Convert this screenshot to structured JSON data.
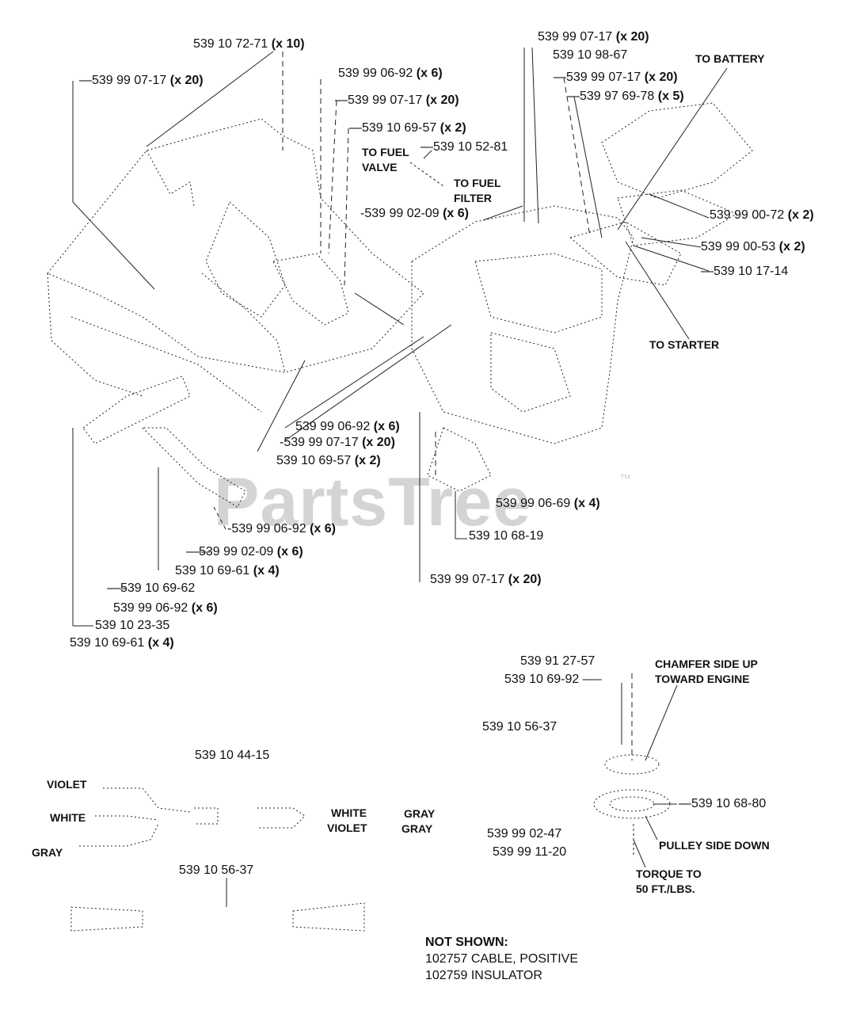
{
  "watermark": {
    "text": "PartsTree",
    "tm": "™"
  },
  "callouts": [
    {
      "part": "539 10 72-71",
      "qty": "(x 10)"
    },
    {
      "part": "539 99 07-17",
      "qty": "(x 20)"
    },
    {
      "part": "539 99 06-92",
      "qty": "(x 6)"
    },
    {
      "part": "539 99 07-17",
      "qty": "(x 20)"
    },
    {
      "part": "539 10 69-57",
      "qty": "(x 2)"
    },
    {
      "part": "539 10 52-81",
      "qty": ""
    },
    {
      "part": "539 99 02-09",
      "qty": "(x 6)"
    },
    {
      "part": "539 99 07-17",
      "qty": "(x 20)"
    },
    {
      "part": "539 10 98-67",
      "qty": ""
    },
    {
      "part": "539 99 07-17",
      "qty": "(x 20)"
    },
    {
      "part": "539 97 69-78",
      "qty": "(x 5)"
    },
    {
      "part": "539 99 00-72",
      "qty": "(x 2)"
    },
    {
      "part": "539 99 00-53",
      "qty": "(x 2)"
    },
    {
      "part": "539 10 17-14",
      "qty": ""
    },
    {
      "part": "539 99 06-92",
      "qty": "(x 6)"
    },
    {
      "part": "539 99 07-17",
      "qty": "(x 20)"
    },
    {
      "part": "539 10 69-57",
      "qty": "(x 2)"
    },
    {
      "part": "539 99 06-69",
      "qty": "(x 4)"
    },
    {
      "part": "539 10 68-19",
      "qty": ""
    },
    {
      "part": "539 99 06-92",
      "qty": "(x 6)"
    },
    {
      "part": "539 99 02-09",
      "qty": "(x 6)"
    },
    {
      "part": "539 10 69-61",
      "qty": "(x 4)"
    },
    {
      "part": "539 10 69-62",
      "qty": ""
    },
    {
      "part": "539 99 06-92",
      "qty": "(x 6)"
    },
    {
      "part": "539 10 23-35",
      "qty": ""
    },
    {
      "part": "539 10 69-61",
      "qty": "(x 4)"
    },
    {
      "part": "539 99 07-17",
      "qty": "(x 20)"
    },
    {
      "part": "539 91 27-57",
      "qty": ""
    },
    {
      "part": "539 10 69-92",
      "qty": ""
    },
    {
      "part": "539 10 56-37",
      "qty": ""
    },
    {
      "part": "539 10 68-80",
      "qty": ""
    },
    {
      "part": "539 99 02-47",
      "qty": ""
    },
    {
      "part": "539 99 11-20",
      "qty": ""
    },
    {
      "part": "539 10 44-15",
      "qty": ""
    },
    {
      "part": "539 10 56-37",
      "qty": ""
    }
  ],
  "notes": {
    "to_battery": "TO BATTERY",
    "to_fuel_valve_1": "TO FUEL",
    "to_fuel_valve_2": "VALVE",
    "to_fuel_filter_1": "TO FUEL",
    "to_fuel_filter_2": "FILTER",
    "to_starter": "TO STARTER",
    "chamfer_1": "CHAMFER SIDE UP",
    "chamfer_2": "TOWARD ENGINE",
    "pulley": "PULLEY SIDE DOWN",
    "torque_1": "TORQUE TO",
    "torque_2": "50 FT./LBS."
  },
  "wires": {
    "violet": "VIOLET",
    "white": "WHITE",
    "gray": "GRAY",
    "white_r": "WHITE",
    "violet_r": "VIOLET",
    "gray_r1": "GRAY",
    "gray_r2": "GRAY"
  },
  "not_shown": {
    "heading": "NOT SHOWN:",
    "items": [
      "102757  CABLE, POSITIVE",
      "102759  INSULATOR"
    ]
  }
}
